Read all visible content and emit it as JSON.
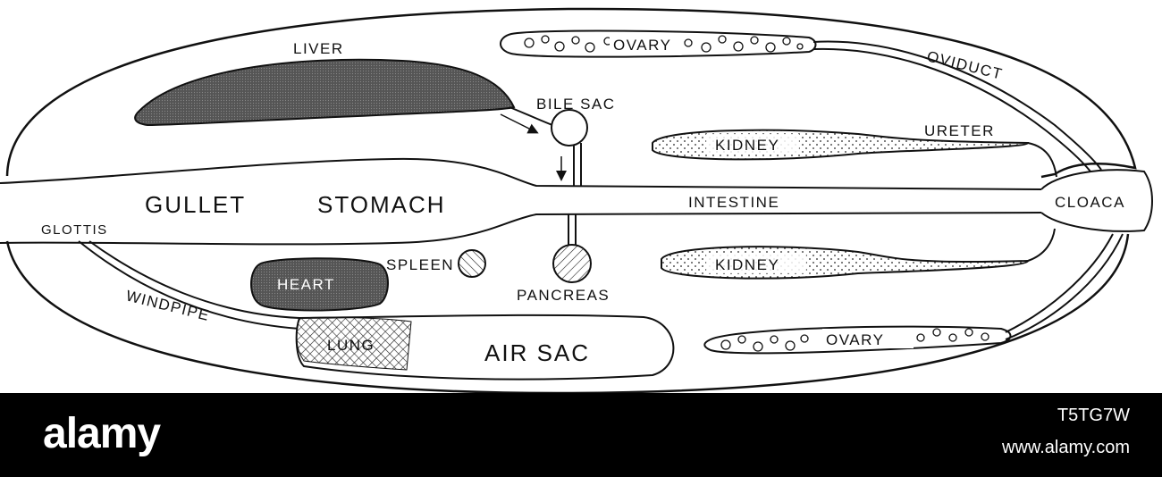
{
  "diagram": {
    "labels": {
      "liver": "LIVER",
      "ovary_top": "OVARY",
      "oviduct": "OVIDUCT",
      "bile_sac": "BILE SAC",
      "kidney_top": "KIDNEY",
      "ureter": "URETER",
      "gullet": "GULLET",
      "stomach": "STOMACH",
      "intestine": "INTESTINE",
      "cloaca": "CLOACA",
      "glottis": "GLOTTIS",
      "heart": "HEART",
      "spleen": "SPLEEN",
      "pancreas": "PANCREAS",
      "kidney_bottom": "KIDNEY",
      "windpipe": "WINDPIPE",
      "lung": "LUNG",
      "air_sac": "AIR SAC",
      "ovary_bottom": "OVARY"
    }
  },
  "watermark": {
    "brand": "alamy",
    "image_id": "T5TG7W",
    "url": "www.alamy.com"
  },
  "colors": {
    "ink": "#111111",
    "background": "#ffffff",
    "footer": "#000000"
  }
}
